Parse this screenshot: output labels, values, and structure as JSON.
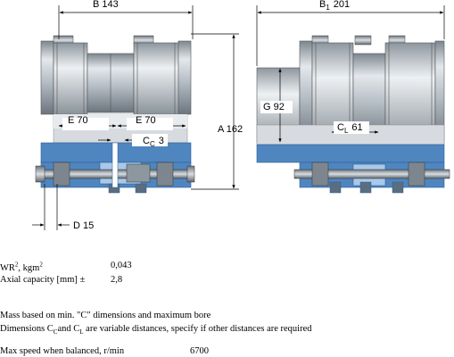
{
  "dimensions": {
    "B": "B 143",
    "B1_letter": "B",
    "B1_sub": "1",
    "B1_value": "201",
    "E_left": "E 70",
    "E_right": "E 70",
    "CC_letter": "C",
    "CC_sub": "C",
    "CC_value": "3",
    "A": "A 162",
    "G": "G 92",
    "CL_letter": "C",
    "CL_sub": "L",
    "CL_value": "61",
    "D": "D 15"
  },
  "specs": {
    "wr2_label": "WR",
    "wr2_sup": "2",
    "wr2_unit": ", kgm",
    "wr2_unit_sup": "2",
    "wr2_value": "0,043",
    "axial_label": "Axial capacity [mm] ±",
    "axial_value": "2,8"
  },
  "notes": {
    "mass_note": "Mass based on min. \"C\" dimensions and maximum bore",
    "dims_prefix": "Dimensions C",
    "dims_sub_c": "C",
    "dims_and": "and C",
    "dims_sub_l": "L",
    "dims_suffix": " are variable distances, specify if other distances are required"
  },
  "speed": {
    "label": "Max speed when balanced, r/min",
    "value": "6700"
  },
  "colors": {
    "steel_light": "#d8dde2",
    "steel_mid": "#a9b2bb",
    "steel_dark": "#6f7880",
    "blue": "#4f86c0",
    "blue_light": "#a9c9ea"
  }
}
